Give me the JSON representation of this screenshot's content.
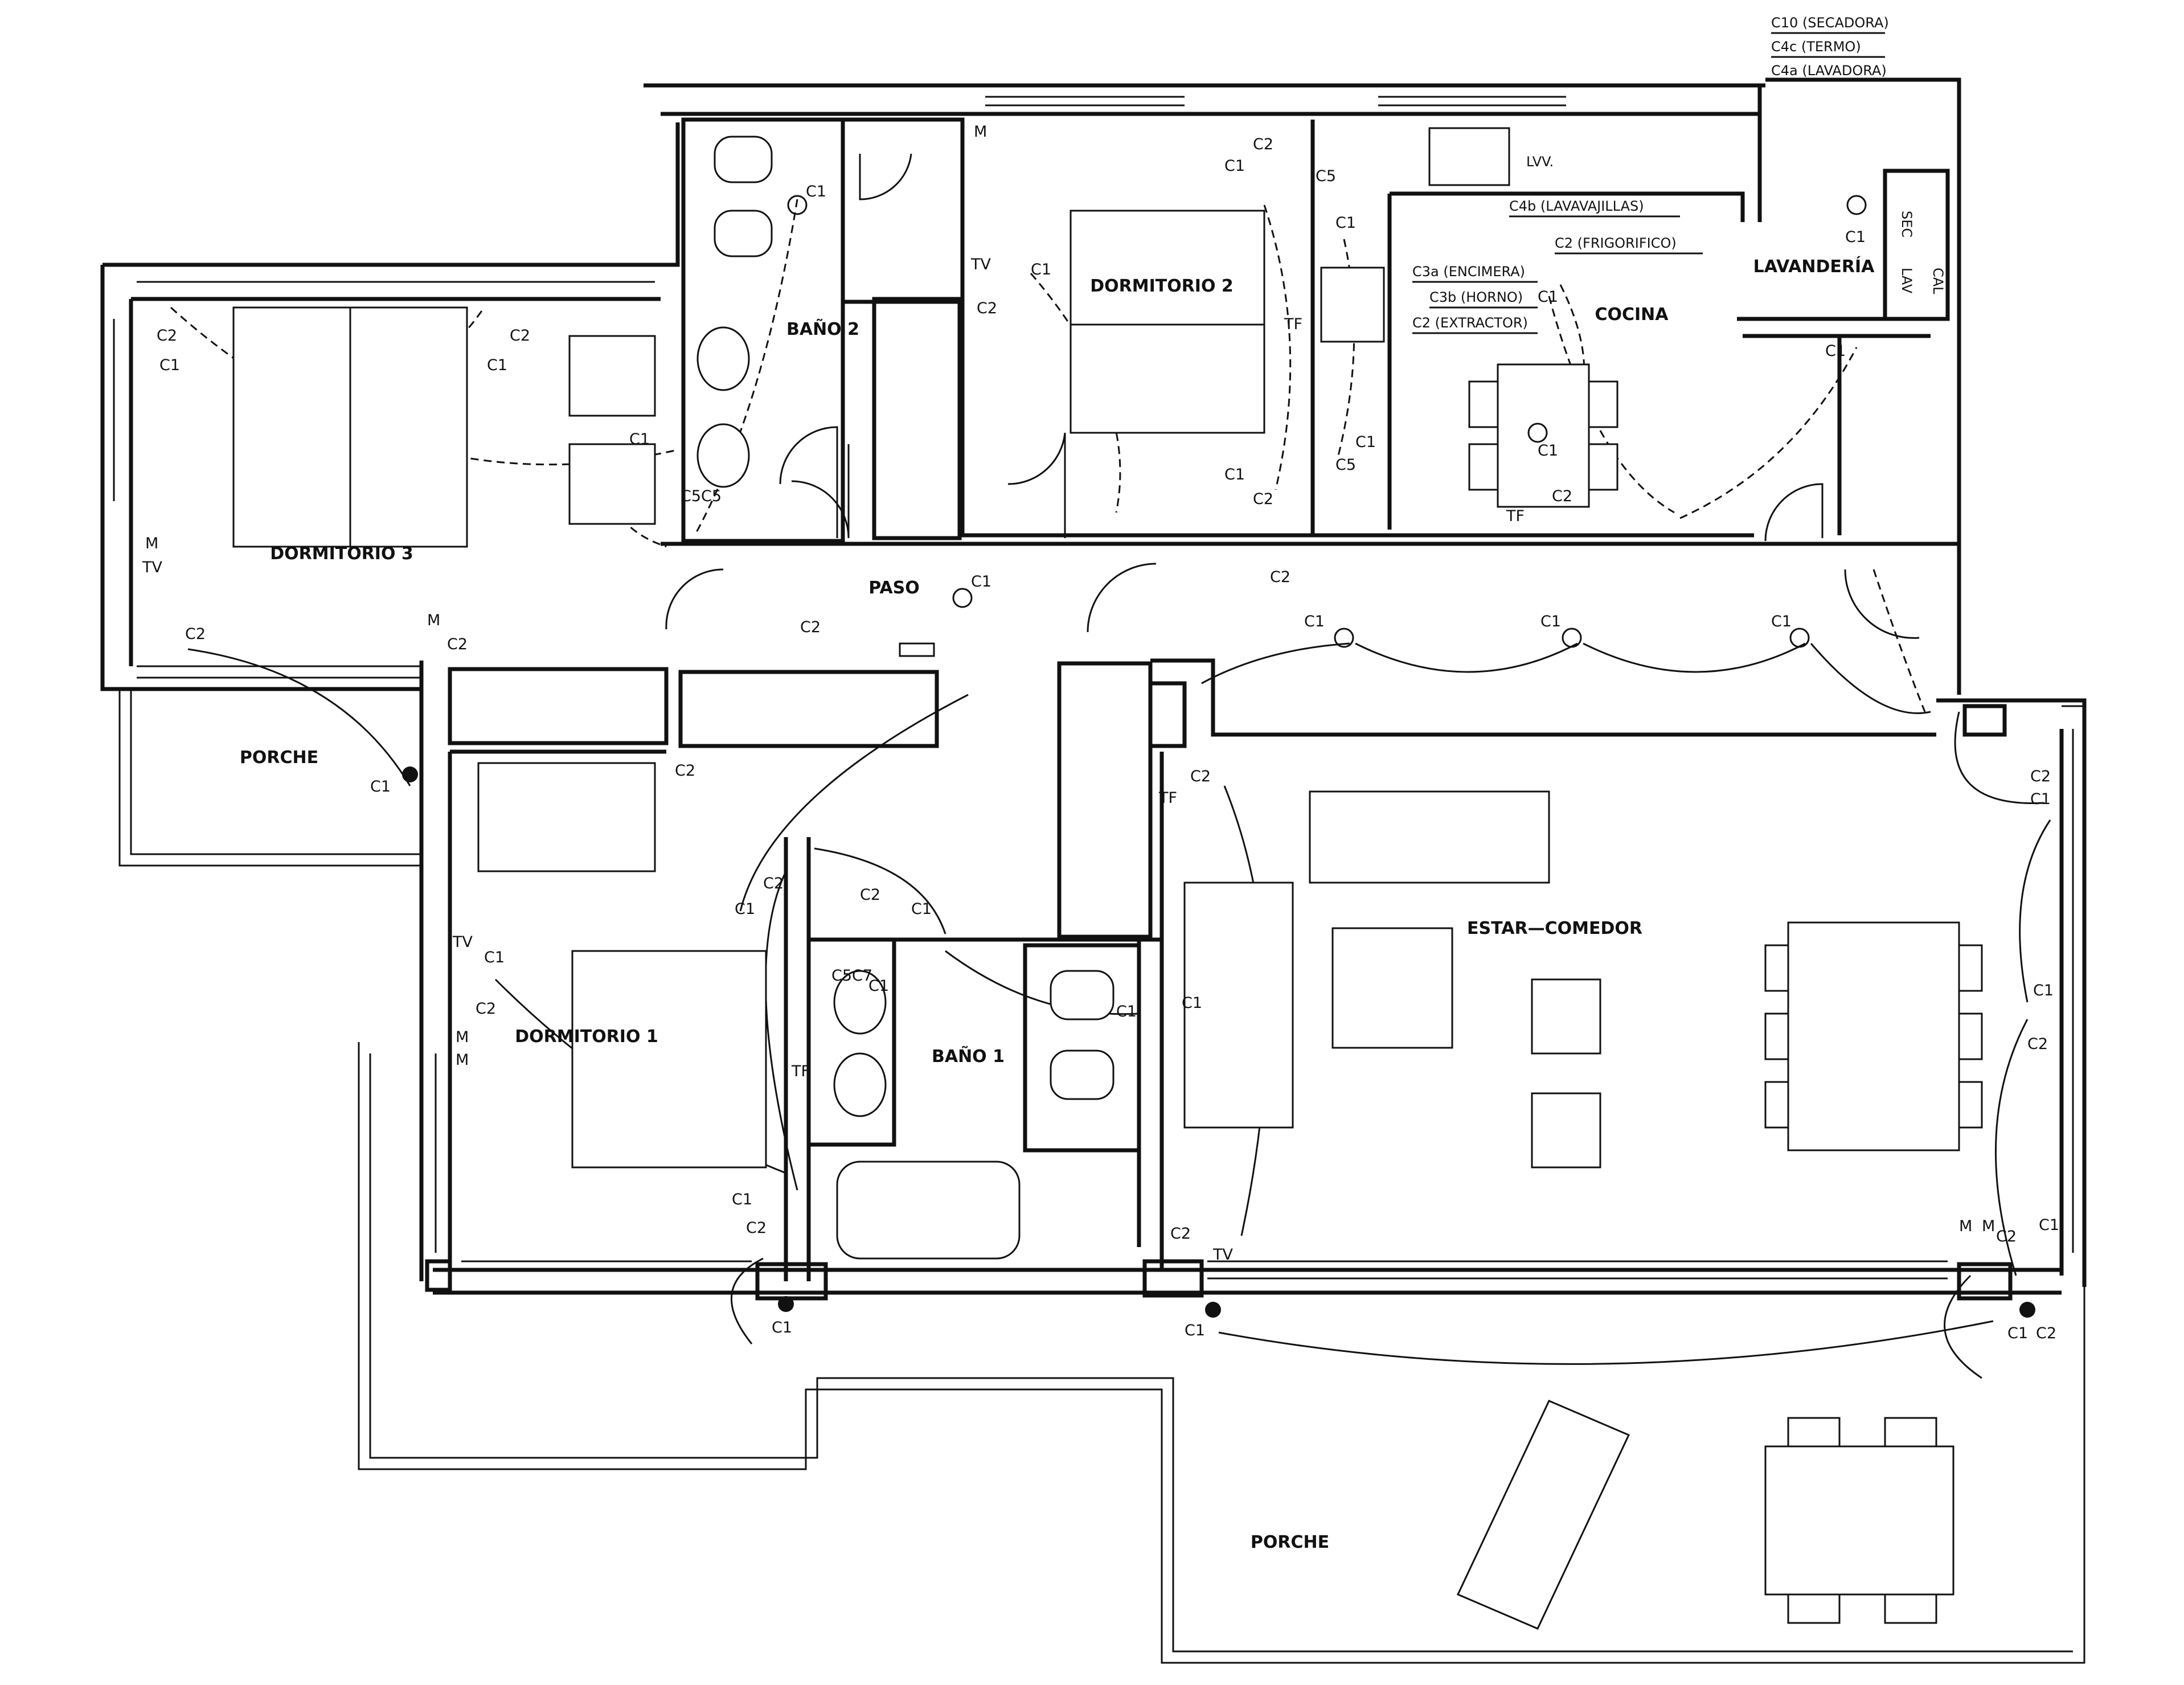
{
  "rooms": {
    "dormitorio3": "DORMITORIO 3",
    "bano2": "BAÑO 2",
    "dormitorio2": "DORMITORIO 2",
    "cocina": "COCINA",
    "lavanderia": "LAVANDERÍA",
    "paso": "PASO",
    "porche_left": "PORCHE",
    "dormitorio1": "DORMITORIO 1",
    "bano1": "BAÑO 1",
    "estar": "ESTAR—COMEDOR",
    "porche_bottom": "PORCHE"
  },
  "legend": {
    "c10": "C10 (SECADORA)",
    "c4c": "C4c (TERMO)",
    "c4a": "C4a (LAVADORA)",
    "c4b": "C4b (LAVAVAJILLAS)",
    "c2f": "C2 (FRIGORIFICO)",
    "c3a": "C3a (ENCIMERA)",
    "c3b": "C3b (HORNO)",
    "c2e": "C2 (EXTRACTOR)"
  },
  "symbols": {
    "lvv": "LVV.",
    "sec": "SEC",
    "lav": "LAV",
    "cal": "CAL",
    "m": "M",
    "tv": "TV",
    "tf": "TF"
  },
  "circuits": {
    "c1": "C1",
    "c2": "C2",
    "c5": "C5",
    "c5c5": "C5C5",
    "c5c7": "C5C7"
  }
}
